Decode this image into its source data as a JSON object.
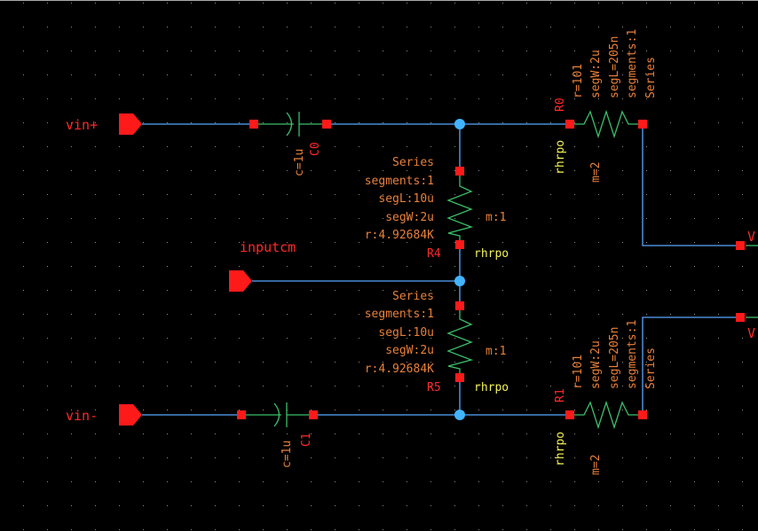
{
  "schematic": {
    "colors": {
      "background": "#000000",
      "wire": "#5aa8ff",
      "component": "#3bbf6a",
      "pin": "#ff1a1a",
      "junction": "#42b4ff",
      "instance_name": "#ff2a2a",
      "parameter": "#e8803a",
      "cell_name": "#f2f25a",
      "grid_dot": "#8a8a8a"
    },
    "pins": [
      {
        "name": "vin+",
        "direction": "input"
      },
      {
        "name": "inputcm",
        "direction": "input"
      },
      {
        "name": "vin-",
        "direction": "input"
      }
    ],
    "offscreen_labels": [
      "V",
      "V"
    ],
    "capacitors": [
      {
        "instance": "C0",
        "value": "c=1u"
      },
      {
        "instance": "C1",
        "value": "c=1u"
      }
    ],
    "horizontal_resistors": [
      {
        "instance": "R0",
        "cell": "rhrpo",
        "params": [
          "r=101",
          "segW:2u",
          "segL=205n",
          "segments:1",
          "Series"
        ],
        "m": "m=2"
      },
      {
        "instance": "R1",
        "cell": "rhrpo",
        "params": [
          "r=101",
          "segW:2u",
          "segL=205n",
          "segments:1",
          "Series"
        ],
        "m": "m=2"
      }
    ],
    "vertical_resistors": [
      {
        "instance": "R4",
        "cell": "rhrpo",
        "params": [
          "Series",
          "segments:1",
          "segL:10u",
          "segW:2u",
          "r:4.92684K"
        ],
        "m": "m:1"
      },
      {
        "instance": "R5",
        "cell": "rhrpo",
        "params": [
          "Series",
          "segments:1",
          "segL:10u",
          "segW:2u",
          "r:4.92684K"
        ],
        "m": "m:1"
      }
    ]
  }
}
